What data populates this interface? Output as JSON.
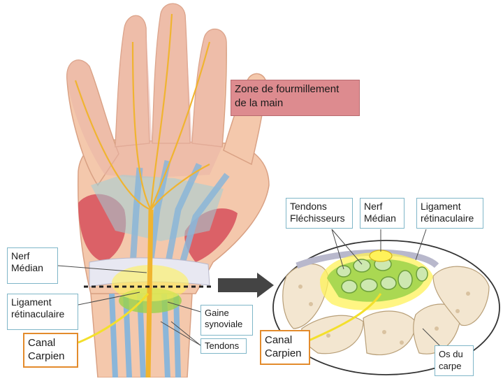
{
  "labels": {
    "zone": "Zone de fourmillement\nde la main",
    "nerf_left": "Nerf\nMédian",
    "ligament_left": "Ligament\nrétinaculaire",
    "canal_left": "Canal\nCarpien",
    "gaine": "Gaine\nsynoviale",
    "tendons": "Tendons",
    "tendons_flechisseurs": "Tendons\nFléchisseurs",
    "nerf_right": "Nerf\nMédian",
    "ligament_right": "Ligament\nrétinaculaire",
    "canal_right": "Canal\nCarpien",
    "os": "Os du\ncarpe"
  },
  "colors": {
    "skin": "#f4c8ac",
    "muscle": "#d8555f",
    "nerve": "#f0b430",
    "tendon": "#8bb6d9",
    "ligament": "#e8e8f2",
    "bone": "#f3e6d0",
    "sheath": "#9bd24a",
    "highlight": "#fff25a",
    "canal_border": "#e38b2c",
    "zone_fill": "#dd8b8f"
  }
}
